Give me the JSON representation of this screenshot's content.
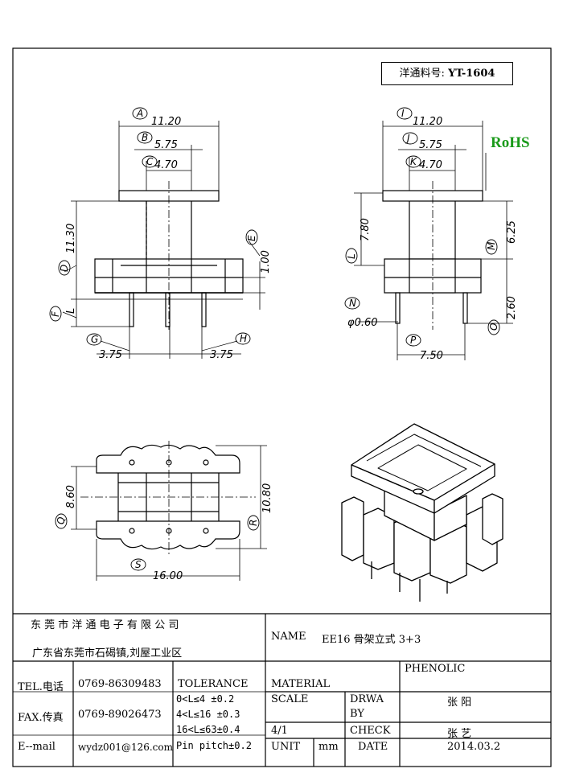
{
  "part_number": {
    "label": "洋通料号:",
    "value": "YT-1604"
  },
  "rohs": "RoHS",
  "front_view": {
    "dims": {
      "A": "11.20",
      "B": "5.75",
      "C": "4.70",
      "D": "11.30",
      "E": "1.00",
      "G": "3.75",
      "H": "3.75"
    },
    "callouts": [
      "A",
      "B",
      "C",
      "D",
      "E",
      "F",
      "G",
      "H"
    ],
    "side_label": "L"
  },
  "side_view": {
    "dims": {
      "I": "11.20",
      "J": "5.75",
      "K": "4.70",
      "L": "7.80",
      "M": "6.25",
      "N": "φ0.60",
      "O": "2.60",
      "P": "7.50"
    },
    "callouts": [
      "I",
      "J",
      "K",
      "L",
      "M",
      "N",
      "O",
      "P"
    ]
  },
  "bottom_view": {
    "dims": {
      "Q": "8.60",
      "R": "10.80",
      "S": "16.00"
    },
    "callouts": [
      "Q",
      "R",
      "S"
    ]
  },
  "title_block": {
    "company": "东 莞 市 洋 通 电 子 有 限 公 司",
    "address": "广东省东莞市石碣镇,刘屋工业区",
    "name_label": "NAME",
    "name_value": "EE16 骨架立式 3+3",
    "tel_label": "TEL.电话",
    "tel_value": "0769-86309483",
    "fax_label": "FAX.传真",
    "fax_value": "0769-89026473",
    "email_label": "E--mail",
    "email_value": "wydz001@126.com",
    "tolerance_label": "TOLERANCE",
    "tolerance_rows": [
      "0<L≤4  ±0.2",
      "4<L≤16  ±0.3",
      "16<L≤63±0.4",
      "Pin pitch±0.2"
    ],
    "material_label": "MATERIAL",
    "material_value": "PHENOLIC",
    "scale_label": "SCALE",
    "scale_value": "4/1",
    "drawn_label_1": "DRWA",
    "drawn_label_2": "BY",
    "drawn_value": "张 阳",
    "check_label": "CHECK",
    "check_value": "张 艺",
    "unit_label": "UNIT",
    "unit_value": "mm",
    "date_label": "DATE",
    "date_value": "2014.03.2"
  }
}
